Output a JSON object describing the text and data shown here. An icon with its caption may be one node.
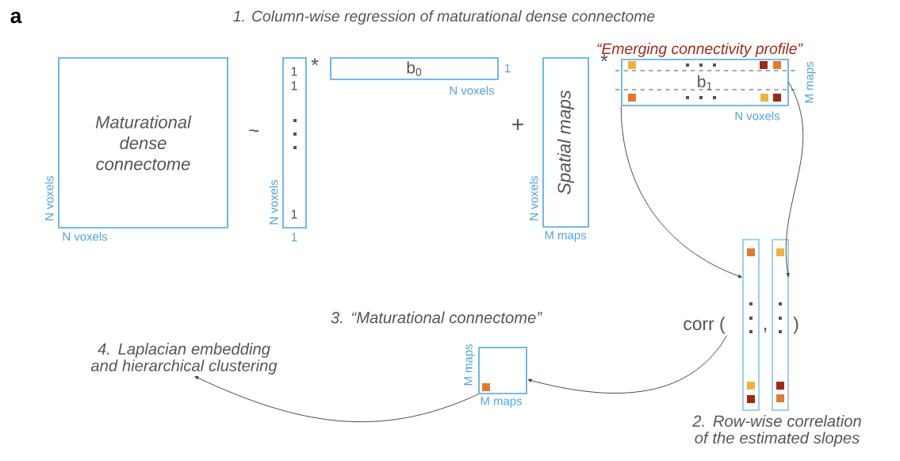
{
  "diagram": {
    "title": "1. Column-wise regression of maturational dense connectome",
    "nodes": [
      {
        "text": [
          "Maturational dense connectome"
        ],
        "beside": [
          "N voxels",
          "N voxels"
        ]
      },
      {
        "text": [
          "1",
          "1",
          "1"
        ],
        "beside": [
          "N voxels",
          "1"
        ]
      },
      {
        "text": [
          "b$_{0}$"
        ],
        "beside": [
          "1",
          "N voxels"
        ]
      },
      {
        "text": [
          "Spatial maps"
        ],
        "beside": [
          "N voxels",
          "M maps"
        ]
      },
      {
        "text": [
          "“Emerging connectivity profile”",
          "b$_{1}$"
        ],
        "beside": [
          "M maps",
          "N voxels"
        ]
      },
      {
        "text": [],
        "shape": "bar"
      },
      {
        "text": [],
        "shape": "bar"
      },
      {
        "text": [
          "corr ("
        ]
      },
      {
        "text": [],
        "shape": "box",
        "beside": [
          "M maps",
          "M maps"
        ]
      },
      {
        "text": [
          "4. Laplacian embedding and hierarchical clustering"
        ]
      }
    ],
    "edges": [
      {
        "from": 4,
        "to": 5,
        "arrow": "to"
      },
      {
        "from": 4,
        "to": 6,
        "arrow": "to"
      },
      {
        "from": 7,
        "to": 8,
        "arrow": "to"
      },
      {
        "from": 8,
        "to": 9,
        "arrow": "to"
      }
    ],
    "labels": [
      "a",
      "~",
      "*",
      "+",
      "*",
      ",",
      ")",
      "3. “Maturational connectome”",
      "2. Row-wise correlation of the estimated slopes"
    ]
  }
}
